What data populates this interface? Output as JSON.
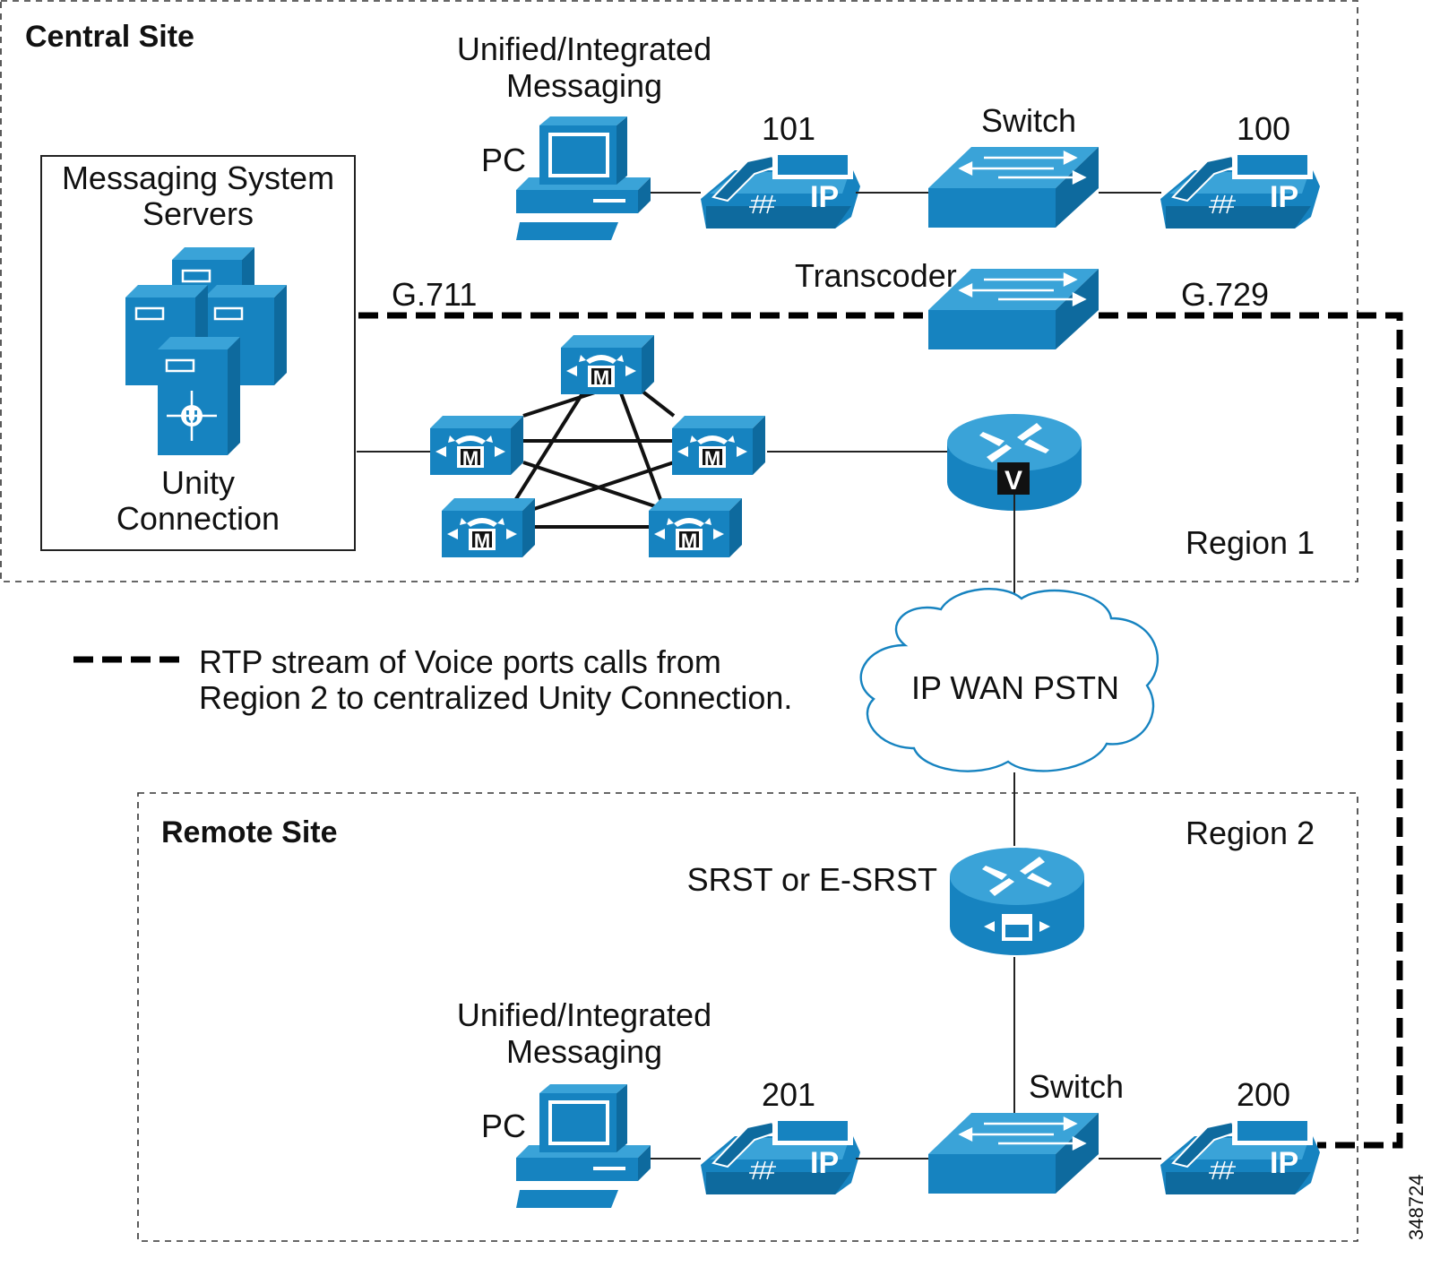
{
  "central_site": {
    "title": "Central Site",
    "region": "Region 1",
    "messaging_top": [
      "Unified/Integrated",
      "Messaging"
    ],
    "pc_label": "PC",
    "phone_a": "101",
    "phone_b": "100",
    "switch_label": "Switch",
    "transcoder_label": "Transcoder",
    "codec_left": "G.711",
    "codec_right": "G.729",
    "servers_box": {
      "title_line1": "Messaging System",
      "title_line2": "Servers",
      "caption_line1": "Unity",
      "caption_line2": "Connection"
    }
  },
  "wan": {
    "label": "IP WAN PSTN"
  },
  "legend": {
    "line1": "RTP stream of Voice ports calls from",
    "line2": "Region 2 to centralized Unity Connection."
  },
  "remote_site": {
    "title": "Remote Site",
    "region": "Region 2",
    "srst_label": "SRST or E-SRST",
    "messaging_top": [
      "Unified/Integrated",
      "Messaging"
    ],
    "pc_label": "PC",
    "phone_a": "201",
    "phone_b": "200",
    "switch_label": "Switch"
  },
  "device_marks": {
    "ip": "IP",
    "cm": "M",
    "voice": "V",
    "unity": "U"
  },
  "figure_id": "348724",
  "colors": {
    "device_blue": "#1683c0",
    "device_dark": "#0e6a9e",
    "rtp": "#000000"
  }
}
